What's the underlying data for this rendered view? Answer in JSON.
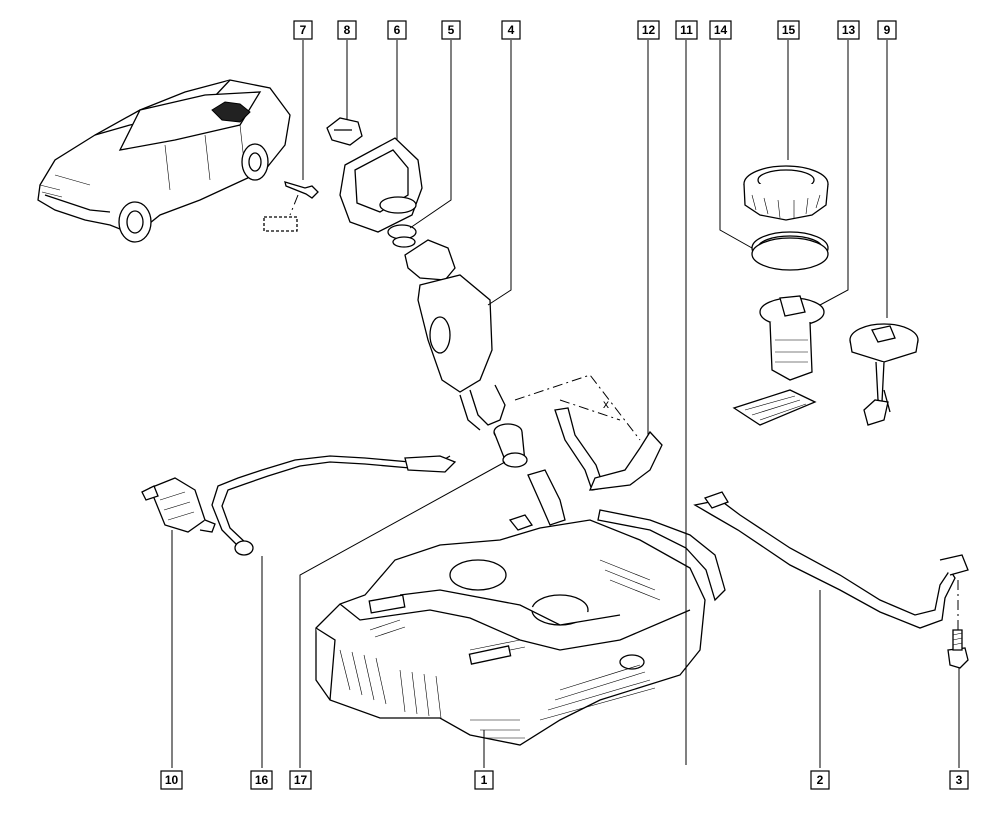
{
  "callouts": [
    {
      "id": "7",
      "label": "7"
    },
    {
      "id": "8",
      "label": "8"
    },
    {
      "id": "6",
      "label": "6"
    },
    {
      "id": "5",
      "label": "5"
    },
    {
      "id": "4",
      "label": "4"
    },
    {
      "id": "12",
      "label": "12"
    },
    {
      "id": "11",
      "label": "11"
    },
    {
      "id": "14",
      "label": "14"
    },
    {
      "id": "15",
      "label": "15"
    },
    {
      "id": "13",
      "label": "13"
    },
    {
      "id": "9",
      "label": "9"
    },
    {
      "id": "10",
      "label": "10"
    },
    {
      "id": "16",
      "label": "16"
    },
    {
      "id": "17",
      "label": "17"
    },
    {
      "id": "1",
      "label": "1"
    },
    {
      "id": "2",
      "label": "2"
    },
    {
      "id": "3",
      "label": "3"
    }
  ],
  "annotations": {
    "x_mark": "x"
  },
  "colors": {
    "line": "#000000",
    "background": "#ffffff"
  }
}
